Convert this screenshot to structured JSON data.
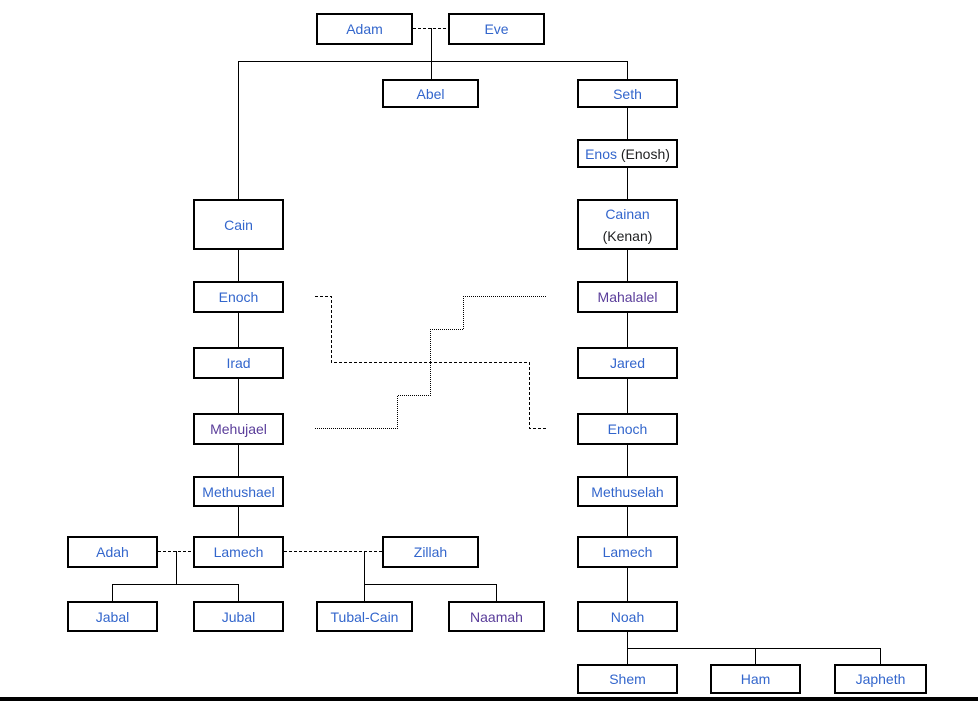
{
  "people": {
    "adam": "Adam",
    "eve": "Eve",
    "abel": "Abel",
    "seth": "Seth",
    "enos": "Enos",
    "enos_alt": "(Enosh)",
    "cain": "Cain",
    "cainan": "Cainan",
    "cainan_alt": "(Kenan)",
    "enoch_cain": "Enoch",
    "mahalalel": "Mahalalel",
    "irad": "Irad",
    "jared": "Jared",
    "mehujael": "Mehujael",
    "enoch_seth": "Enoch",
    "methushael": "Methushael",
    "methuselah": "Methuselah",
    "adah": "Adah",
    "lamech_cain": "Lamech",
    "zillah": "Zillah",
    "lamech_seth": "Lamech",
    "jabal": "Jabal",
    "jubal": "Jubal",
    "tubal_cain": "Tubal-Cain",
    "naamah": "Naamah",
    "noah": "Noah",
    "shem": "Shem",
    "ham": "Ham",
    "japheth": "Japheth"
  },
  "colors": {
    "link": "#3366cc",
    "visited_link": "#5a3d9a",
    "line": "#000000"
  }
}
